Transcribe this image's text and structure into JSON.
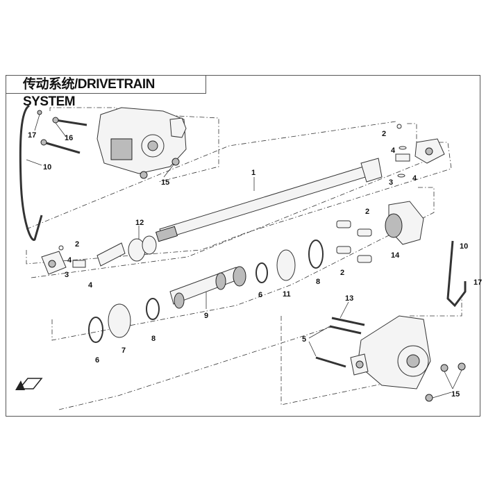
{
  "title": "传动系统/DRIVETRAIN SYSTEM",
  "callouts": {
    "c17a": "17",
    "c16": "16",
    "c10a": "10",
    "c15a": "15",
    "c1": "1",
    "c2a": "2",
    "c4a": "4",
    "c3a": "3",
    "c4b": "4",
    "c12": "12",
    "c2b": "2",
    "c4c": "4",
    "c3b": "3",
    "c4d": "4",
    "c2c": "2",
    "c2d": "2",
    "c14": "14",
    "c10b": "10",
    "c17b": "17",
    "c9": "9",
    "c6a": "6",
    "c11": "11",
    "c8a": "8",
    "c6b": "6",
    "c7": "7",
    "c8b": "8",
    "c13": "13",
    "c5": "5",
    "c15b": "15"
  }
}
